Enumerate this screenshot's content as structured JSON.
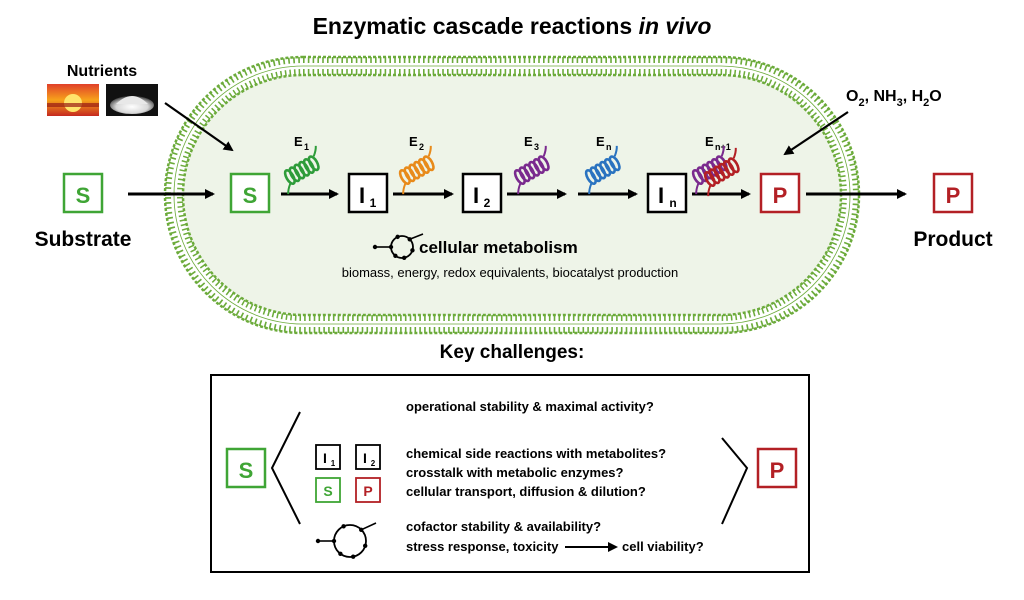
{
  "title": {
    "main": "Enzymatic cascade reactions ",
    "italic": "in vivo"
  },
  "nutrients_label": "Nutrients",
  "inputs_label": {
    "o2": "O",
    "o2_sub": "2",
    "nh": ", NH",
    "nh_sub": "3",
    "h2o_a": ", H",
    "h2o_sub": "2",
    "h2o_b": "O"
  },
  "substrate_label": "Substrate",
  "product_label": "Product",
  "box_s": "S",
  "box_p": "P",
  "intermediates": [
    {
      "letter": "I",
      "sub": "1"
    },
    {
      "letter": "I",
      "sub": "2"
    },
    {
      "letter": "I",
      "sub": "n"
    }
  ],
  "enzymes": [
    {
      "letter": "E",
      "sub": "1"
    },
    {
      "letter": "E",
      "sub": "2"
    },
    {
      "letter": "E",
      "sub": "3"
    },
    {
      "letter": "E",
      "sub": "n"
    },
    {
      "letter": "E",
      "sub": "n+1"
    }
  ],
  "metabolism_label": "cellular metabolism",
  "metabolism_sub": "biomass, energy, redox equivalents, biocatalyst production",
  "challenges_title": "Key challenges:",
  "challenges": [
    "operational stability & maximal activity?",
    "chemical side reactions with metabolites?",
    "crosstalk with metabolic enzymes?",
    "cellular transport, diffusion & dilution?",
    "cofactor stability & availability?",
    "stress response, toxicity",
    "cell viability?"
  ],
  "colors": {
    "substrate": "#3fa535",
    "product": "#b32025",
    "membrane": "#6cab3b",
    "cell_fill": "#eef4e8",
    "e1": "#2e9c3a",
    "e2": "#e88a1a",
    "e3": "#7a2a8e",
    "en": "#2a73c0",
    "en1": "#b32025"
  },
  "icons": [
    "sunset-photo",
    "white-powder-photo",
    "helix-enzyme-icon",
    "metabolism-cycle-icon"
  ]
}
